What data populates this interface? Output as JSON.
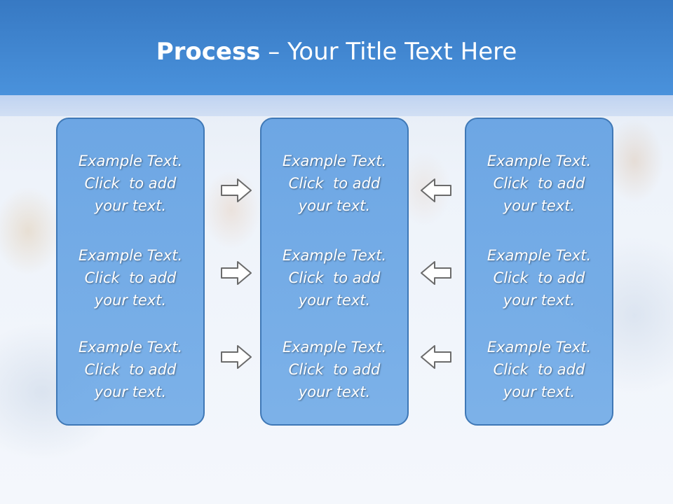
{
  "slide": {
    "title_bold": "Process",
    "title_rest": " – Your Title Text Here"
  },
  "columns": [
    {
      "items": [
        {
          "line1": "Example Text.",
          "line2": "Click  to add",
          "line3": "your text."
        },
        {
          "line1": "Example Text.",
          "line2": "Click  to add",
          "line3": "your text."
        },
        {
          "line1": "Example Text.",
          "line2": "Click  to add",
          "line3": "your text."
        }
      ]
    },
    {
      "items": [
        {
          "line1": "Example Text.",
          "line2": "Click  to add",
          "line3": "your text."
        },
        {
          "line1": "Example Text.",
          "line2": "Click  to add",
          "line3": "your text."
        },
        {
          "line1": "Example Text.",
          "line2": "Click  to add",
          "line3": "your text."
        }
      ]
    },
    {
      "items": [
        {
          "line1": "Example Text.",
          "line2": "Click  to add",
          "line3": "your text."
        },
        {
          "line1": "Example Text.",
          "line2": "Click  to add",
          "line3": "your text."
        },
        {
          "line1": "Example Text.",
          "line2": "Click  to add",
          "line3": "your text."
        }
      ]
    }
  ],
  "arrows": {
    "left_group": "arrow-right-icon",
    "right_group": "arrow-left-icon"
  },
  "colors": {
    "header": "#4a92dc",
    "box_fill": "#62a0e2",
    "box_border": "#3f78b6",
    "arrow_stroke": "#6b6b6b"
  }
}
